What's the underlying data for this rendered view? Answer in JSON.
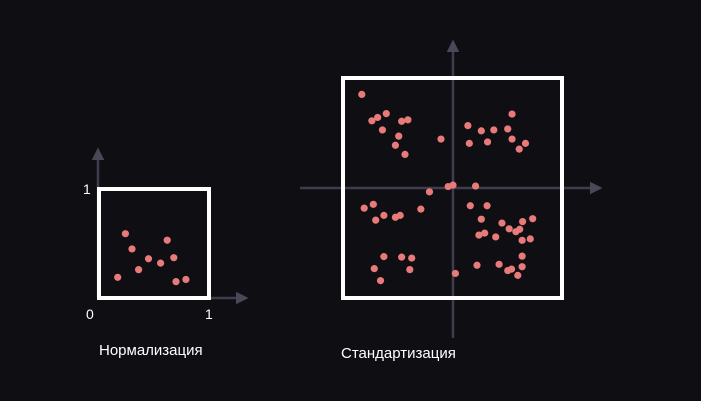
{
  "colors": {
    "background": "#0f0e13",
    "box": "#ffffff",
    "axis": "#3f3d4d",
    "point": "#e87a7a"
  },
  "normalization": {
    "caption": "Нормализация",
    "tick_labels": {
      "origin": "0",
      "x_one": "1",
      "y_one": "1"
    },
    "points": [
      [
        0.24,
        0.59
      ],
      [
        0.3,
        0.45
      ],
      [
        0.17,
        0.19
      ],
      [
        0.36,
        0.26
      ],
      [
        0.45,
        0.36
      ],
      [
        0.56,
        0.32
      ],
      [
        0.62,
        0.53
      ],
      [
        0.68,
        0.37
      ],
      [
        0.7,
        0.15
      ],
      [
        0.79,
        0.17
      ]
    ]
  },
  "standardization": {
    "caption": "Стандартизация",
    "points": [
      [
        -1.9,
        1.95
      ],
      [
        -1.69,
        1.4
      ],
      [
        -1.57,
        1.47
      ],
      [
        -1.47,
        1.21
      ],
      [
        -1.39,
        1.55
      ],
      [
        -1.2,
        0.89
      ],
      [
        -1.13,
        1.08
      ],
      [
        -1.07,
        1.39
      ],
      [
        -1.0,
        0.7
      ],
      [
        -0.94,
        1.42
      ],
      [
        -1.85,
        -0.42
      ],
      [
        -1.66,
        -0.34
      ],
      [
        -1.61,
        -0.67
      ],
      [
        -1.44,
        -0.57
      ],
      [
        -1.2,
        -0.61
      ],
      [
        -1.1,
        -0.57
      ],
      [
        -0.67,
        -0.44
      ],
      [
        -1.64,
        -1.68
      ],
      [
        -1.51,
        -1.93
      ],
      [
        -1.44,
        -1.43
      ],
      [
        -1.07,
        -1.44
      ],
      [
        -0.9,
        -1.7
      ],
      [
        -0.86,
        -1.46
      ],
      [
        -0.49,
        -0.08
      ],
      [
        -0.25,
        1.02
      ],
      [
        -0.1,
        0.03
      ],
      [
        0.0,
        0.06
      ],
      [
        0.05,
        -1.78
      ],
      [
        0.31,
        1.3
      ],
      [
        0.34,
        0.93
      ],
      [
        0.47,
        0.04
      ],
      [
        0.59,
        1.19
      ],
      [
        0.72,
        0.96
      ],
      [
        0.85,
        1.21
      ],
      [
        1.14,
        1.23
      ],
      [
        1.23,
        1.02
      ],
      [
        1.23,
        1.54
      ],
      [
        1.38,
        0.81
      ],
      [
        1.51,
        0.93
      ],
      [
        0.36,
        -0.37
      ],
      [
        0.59,
        -0.65
      ],
      [
        0.66,
        -0.94
      ],
      [
        0.71,
        -0.37
      ],
      [
        0.89,
        -1.02
      ],
      [
        0.96,
        -1.59
      ],
      [
        1.17,
        -0.85
      ],
      [
        1.31,
        -0.91
      ],
      [
        1.39,
        -0.86
      ],
      [
        1.44,
        -1.09
      ],
      [
        1.45,
        -0.7
      ],
      [
        1.61,
        -1.06
      ],
      [
        1.66,
        -0.64
      ],
      [
        0.54,
        -0.98
      ],
      [
        0.5,
        -1.61
      ],
      [
        1.02,
        -0.73
      ],
      [
        1.35,
        -1.82
      ],
      [
        1.44,
        -1.64
      ],
      [
        1.44,
        -1.42
      ],
      [
        1.14,
        -1.72
      ],
      [
        1.22,
        -1.69
      ]
    ]
  }
}
